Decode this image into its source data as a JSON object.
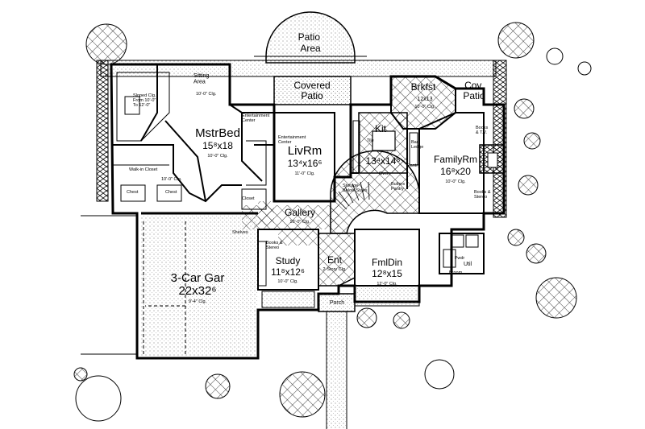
{
  "rooms": {
    "patio_area": {
      "name": "Patio\nArea"
    },
    "covered_patio": {
      "name": "Covered\nPatio"
    },
    "sitting_area": {
      "name": "Sitting\nArea",
      "clg": "10'-0\" Clg."
    },
    "mstr_bed": {
      "name": "MstrBed",
      "dims": "15⁸x18",
      "clg": "10'-0\" Clg."
    },
    "liv_rm": {
      "name": "LivRm",
      "dims": "13⁴x16⁶",
      "clg": "11'-0\" Clg."
    },
    "kit": {
      "name": "Kit",
      "dims": "13⁴x14⁸"
    },
    "brkfst": {
      "name": "Brkfst",
      "dims": "12x13",
      "clg": "10'-0\" Clg."
    },
    "cov_patio": {
      "name": "Cov.\nPatio"
    },
    "family_rm": {
      "name": "FamilyRm",
      "dims": "16⁸x20",
      "clg": "10'-0\" Clg."
    },
    "gallery": {
      "name": "Gallery",
      "clg": "10'-0\" Clg."
    },
    "study": {
      "name": "Study",
      "dims": "11⁸x12⁶",
      "clg": "10'-0\" Clg."
    },
    "ent": {
      "name": "Ent",
      "note": "2-Story Clg."
    },
    "fml_din": {
      "name": "FmlDin",
      "dims": "12⁸x15",
      "clg": "12'-0\" Clg."
    },
    "garage": {
      "name": "3-Car Gar",
      "dims": "22x32⁶",
      "clg": "9'-4\" Clg."
    },
    "porch": {
      "name": "Porch"
    },
    "util": {
      "name": "Util"
    },
    "pwdr": {
      "name": "Pwdr"
    }
  },
  "notes": {
    "sloped_clg": "Sloped Clg.\nFrom 10'-0\"\nTo 12'-0\"",
    "walk_in_closet": "Walk-in Closet",
    "clg_10": "10'-0\" Clg.",
    "chest_left": "Chest",
    "chest_right": "Chest",
    "ent_center_bed": "Entertainment\nCenter",
    "ent_center_liv": "Entertainment\nCenter",
    "books_stereo_study": "Books &\nStereo",
    "shelves": "Shelves",
    "books_tv": "Books\n& T.V.",
    "books_stereo_fam": "Books &\nStereo",
    "bar_ledge": "Bar\nLedge",
    "tile": "Tile",
    "storage_below_stairs": "Storage\nBelow Stairs",
    "butlers_pantry": "Butlers\nPantry",
    "oven": "Oven",
    "pantry": "Pantry",
    "broom": "Broom",
    "closet_label": "Closet"
  }
}
